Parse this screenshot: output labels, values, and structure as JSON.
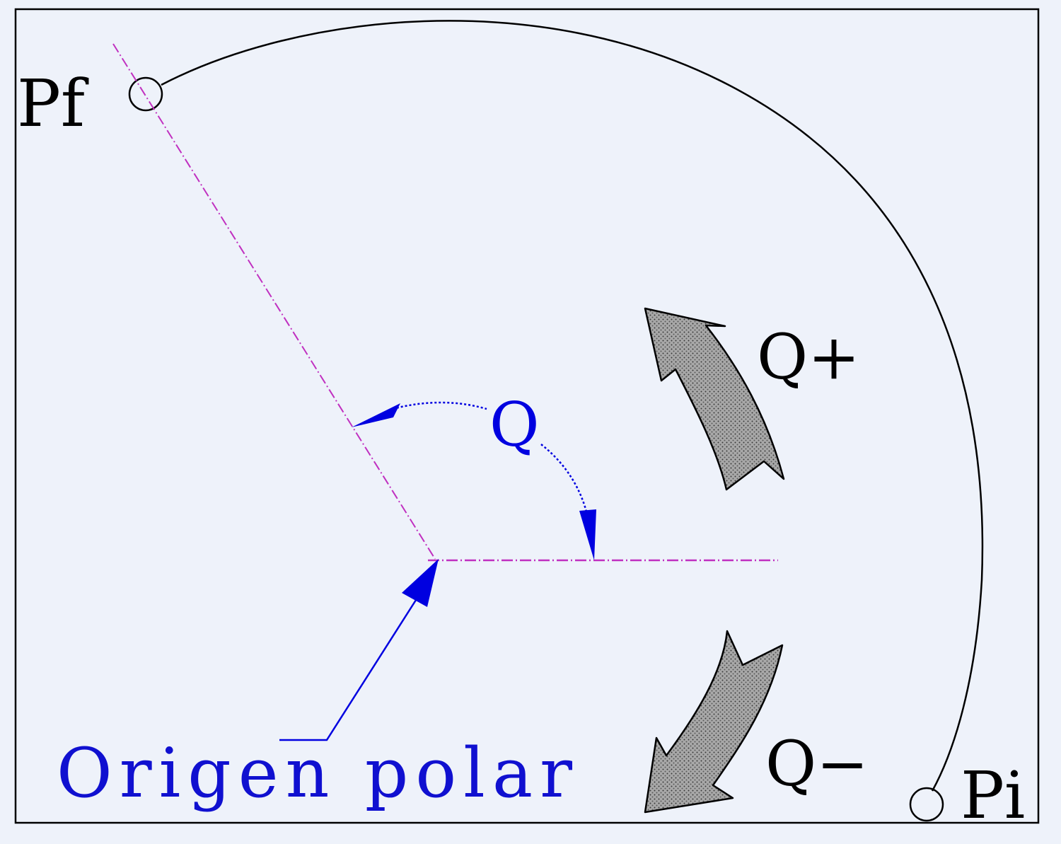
{
  "labels": {
    "pf": "Pf",
    "pi": "Pi",
    "angle": "Q",
    "angle_plus": "Q+",
    "angle_minus": "Q−",
    "origin": "Origen polar"
  },
  "colors": {
    "background": "#eef2fa",
    "frame": "#000000",
    "arc": "#000000",
    "axis_lines": "#c030c0",
    "dimension": "#0000e0",
    "origin_text": "#1010d0",
    "rotation_arrow_fill": "#9a9a9a"
  },
  "icons": {
    "rotation_positive": "curved-arrow-counterclockwise",
    "rotation_negative": "curved-arrow-clockwise"
  }
}
